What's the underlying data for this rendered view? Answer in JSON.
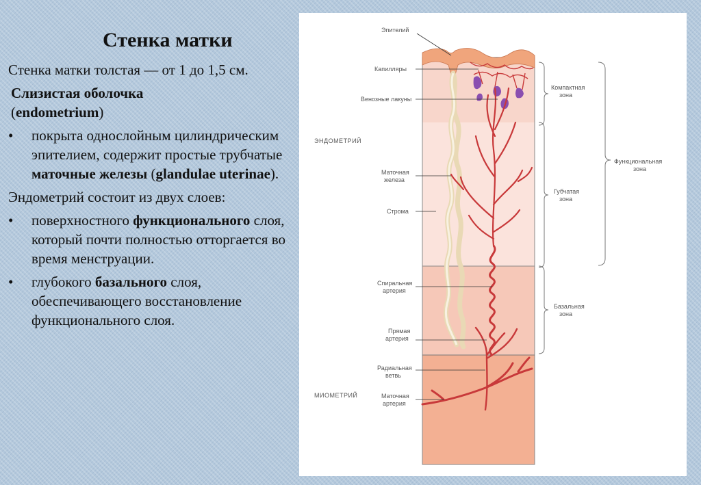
{
  "slide": {
    "title": "Стенка матки",
    "intro": "Стенка матки толстая — от 1 до 1,5 см.",
    "mucosa_label": "Слизистая оболочка",
    "mucosa_latin": "endometrium",
    "bullet1_prefix": "покрыта однослойным цилиндрическим эпителием, содержит простые трубчатые ",
    "bullet1_bold": "маточные железы",
    "bullet1_latin": "glandulae uterinae",
    "layers_text": "Эндометрий состоит из двух слоев:",
    "bullet2_prefix": "поверхностного ",
    "bullet2_bold": "функционального",
    "bullet2_suffix": " слоя, который почти полностью отторгается во время менструации.",
    "bullet3_prefix": "глубокого ",
    "bullet3_bold": "базального",
    "bullet3_suffix": " слоя, обеспечивающего восстановление функционального слоя."
  },
  "diagram": {
    "labels": {
      "epithelium": "Эпителий",
      "capillaries": "Капилляры",
      "venous_lacunae": "Венозные лакуны",
      "endometrium": "ЭНДОМЕТРИЙ",
      "uterine_gland_1": "Маточная",
      "uterine_gland_2": "железа",
      "stroma": "Строма",
      "spiral_artery_1": "Спиральная",
      "spiral_artery_2": "артерия",
      "straight_artery_1": "Прямая",
      "straight_artery_2": "артерия",
      "radial_branch_1": "Радиальная",
      "radial_branch_2": "ветвь",
      "myometrium": "МИОМЕТРИЙ",
      "uterine_artery_1": "Маточная",
      "uterine_artery_2": "артерия"
    },
    "zones": {
      "compact_1": "Компактная",
      "compact_2": "зона",
      "spongy_1": "Губчатая",
      "spongy_2": "зона",
      "functional_1": "Функциональная",
      "functional_2": "зона",
      "basal_1": "Базальная",
      "basal_2": "зона"
    },
    "colors": {
      "functional_layer": "#fbe3dc",
      "basal_layer": "#f6c8b8",
      "myometrium": "#f3b093",
      "epithelium": "#f0a57c",
      "artery": "#c8393a",
      "gland": "#f5ecd6",
      "vein": "#8a4fb0"
    }
  }
}
